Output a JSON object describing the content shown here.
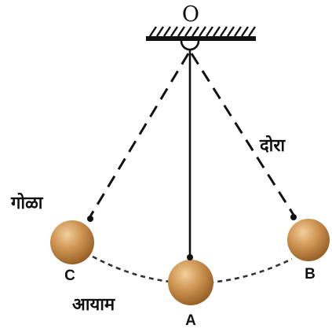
{
  "diagram": {
    "pivot_label": "O",
    "point_labels": {
      "left": "C",
      "center": "A",
      "right": "B"
    },
    "bob_label": "गोळा",
    "string_label": "दोरा",
    "amplitude_label": "आयाम"
  },
  "colors": {
    "bob": "#b77a3a",
    "bob_highlight": "#efc48e",
    "line": "#111111"
  }
}
